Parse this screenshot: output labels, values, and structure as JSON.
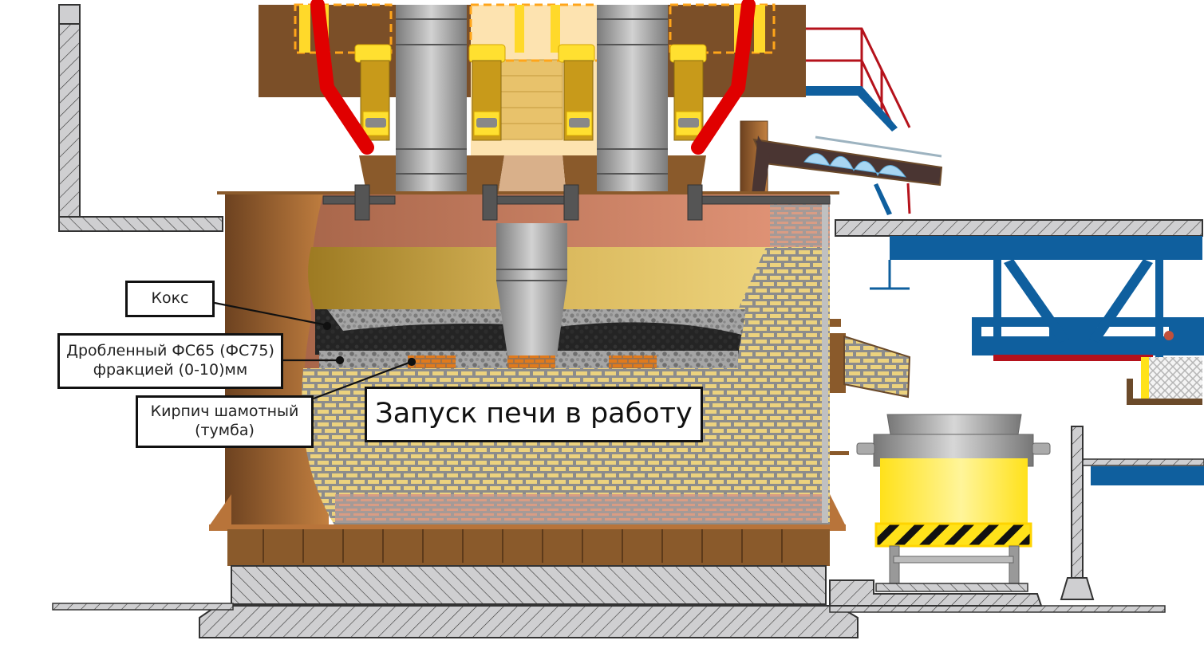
{
  "diagram": {
    "title": "Запуск печи в работу",
    "subject": "ore-smelting furnace cross-section",
    "callouts": [
      {
        "id": "coke",
        "text": "Кокс"
      },
      {
        "id": "ferrosilicon",
        "text": "Дробленный ФС65 (ФС75)\nфракцией (0-10)мм"
      },
      {
        "id": "fireclay-brick",
        "text": "Кирпич шамотный\n(тумба)"
      }
    ],
    "components": {
      "electrodes": 3,
      "charging_pipes": 2,
      "ladle_cart": "ladle on rail car",
      "spout": "tapping spout",
      "conveyor": "charge feed chute"
    },
    "colors": {
      "steel_brown": "#8a5a2b",
      "electrode_gray": "#a9a9a9",
      "brick_yellow": "#e8cc78",
      "mortar": "#8c8c8c",
      "hot_zone": "#e2967a",
      "charge_yellow": "#dcc060",
      "coke_black": "#222222",
      "ferrosilicon_gray": "#9a9a9a",
      "hearth_brick": "#d9771f",
      "structure_blue": "#0f5f9e",
      "rail_red": "#b5121b",
      "hose_red": "#e00000",
      "clamp_yellow": "#ffd700",
      "concrete": "#cfcfd1"
    }
  }
}
